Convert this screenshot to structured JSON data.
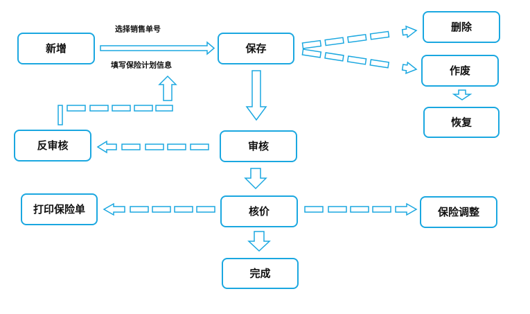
{
  "nodes": {
    "add": "新增",
    "save": "保存",
    "delete": "删除",
    "void": "作废",
    "restore": "恢复",
    "unaudit": "反审核",
    "audit": "审核",
    "print": "打印保险单",
    "price": "核价",
    "adjust": "保险调整",
    "done": "完成"
  },
  "edges": {
    "select_sales_no": "选择销售单号",
    "fill_insurance_plan": "填写保险计划信息"
  },
  "colors": {
    "stroke": "#1aa7e0",
    "text": "#111111"
  }
}
